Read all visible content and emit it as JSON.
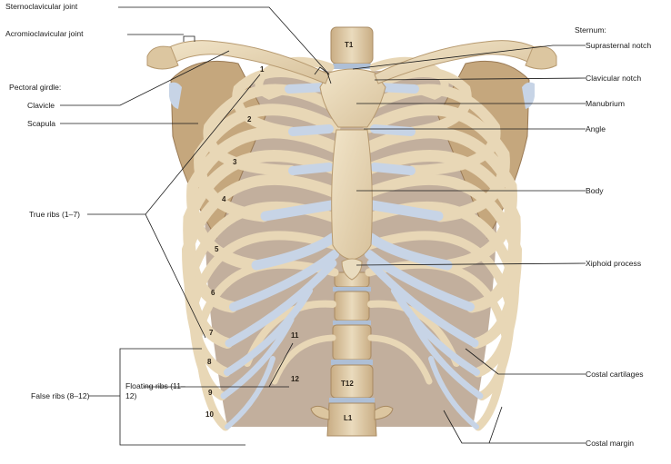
{
  "labels": {
    "sternoclavicular_joint": "Sternoclavicular joint",
    "acromioclavicular_joint": "Acromioclavicular joint",
    "pectoral_girdle": "Pectoral girdle:",
    "clavicle": "Clavicle",
    "scapula": "Scapula",
    "true_ribs": "True ribs (1–7)",
    "floating_ribs_line1": "Floating ribs (11–",
    "floating_ribs_line2": "12)",
    "false_ribs": "False ribs (8–12)",
    "sternum": "Sternum:",
    "suprasternal_notch": "Suprasternal notch",
    "clavicular_notch": "Clavicular notch",
    "manubrium": "Manubrium",
    "angle": "Angle",
    "body": "Body",
    "xiphoid_process": "Xiphoid process",
    "costal_cartilages": "Costal cartilages",
    "costal_margin": "Costal margin"
  },
  "rib_numbers": [
    "1",
    "2",
    "3",
    "4",
    "5",
    "6",
    "7",
    "8",
    "9",
    "10",
    "11",
    "12"
  ],
  "vertebrae": {
    "t1": "T1",
    "t12": "T12",
    "l1": "L1"
  },
  "colors": {
    "bone": "#e8d7b6",
    "bone_dark": "#cdb58c",
    "bone_shadow": "#9a7a55",
    "cartilage": "#c7d4e6",
    "disc": "#aebfd6",
    "leader": "#1a1a1a"
  }
}
